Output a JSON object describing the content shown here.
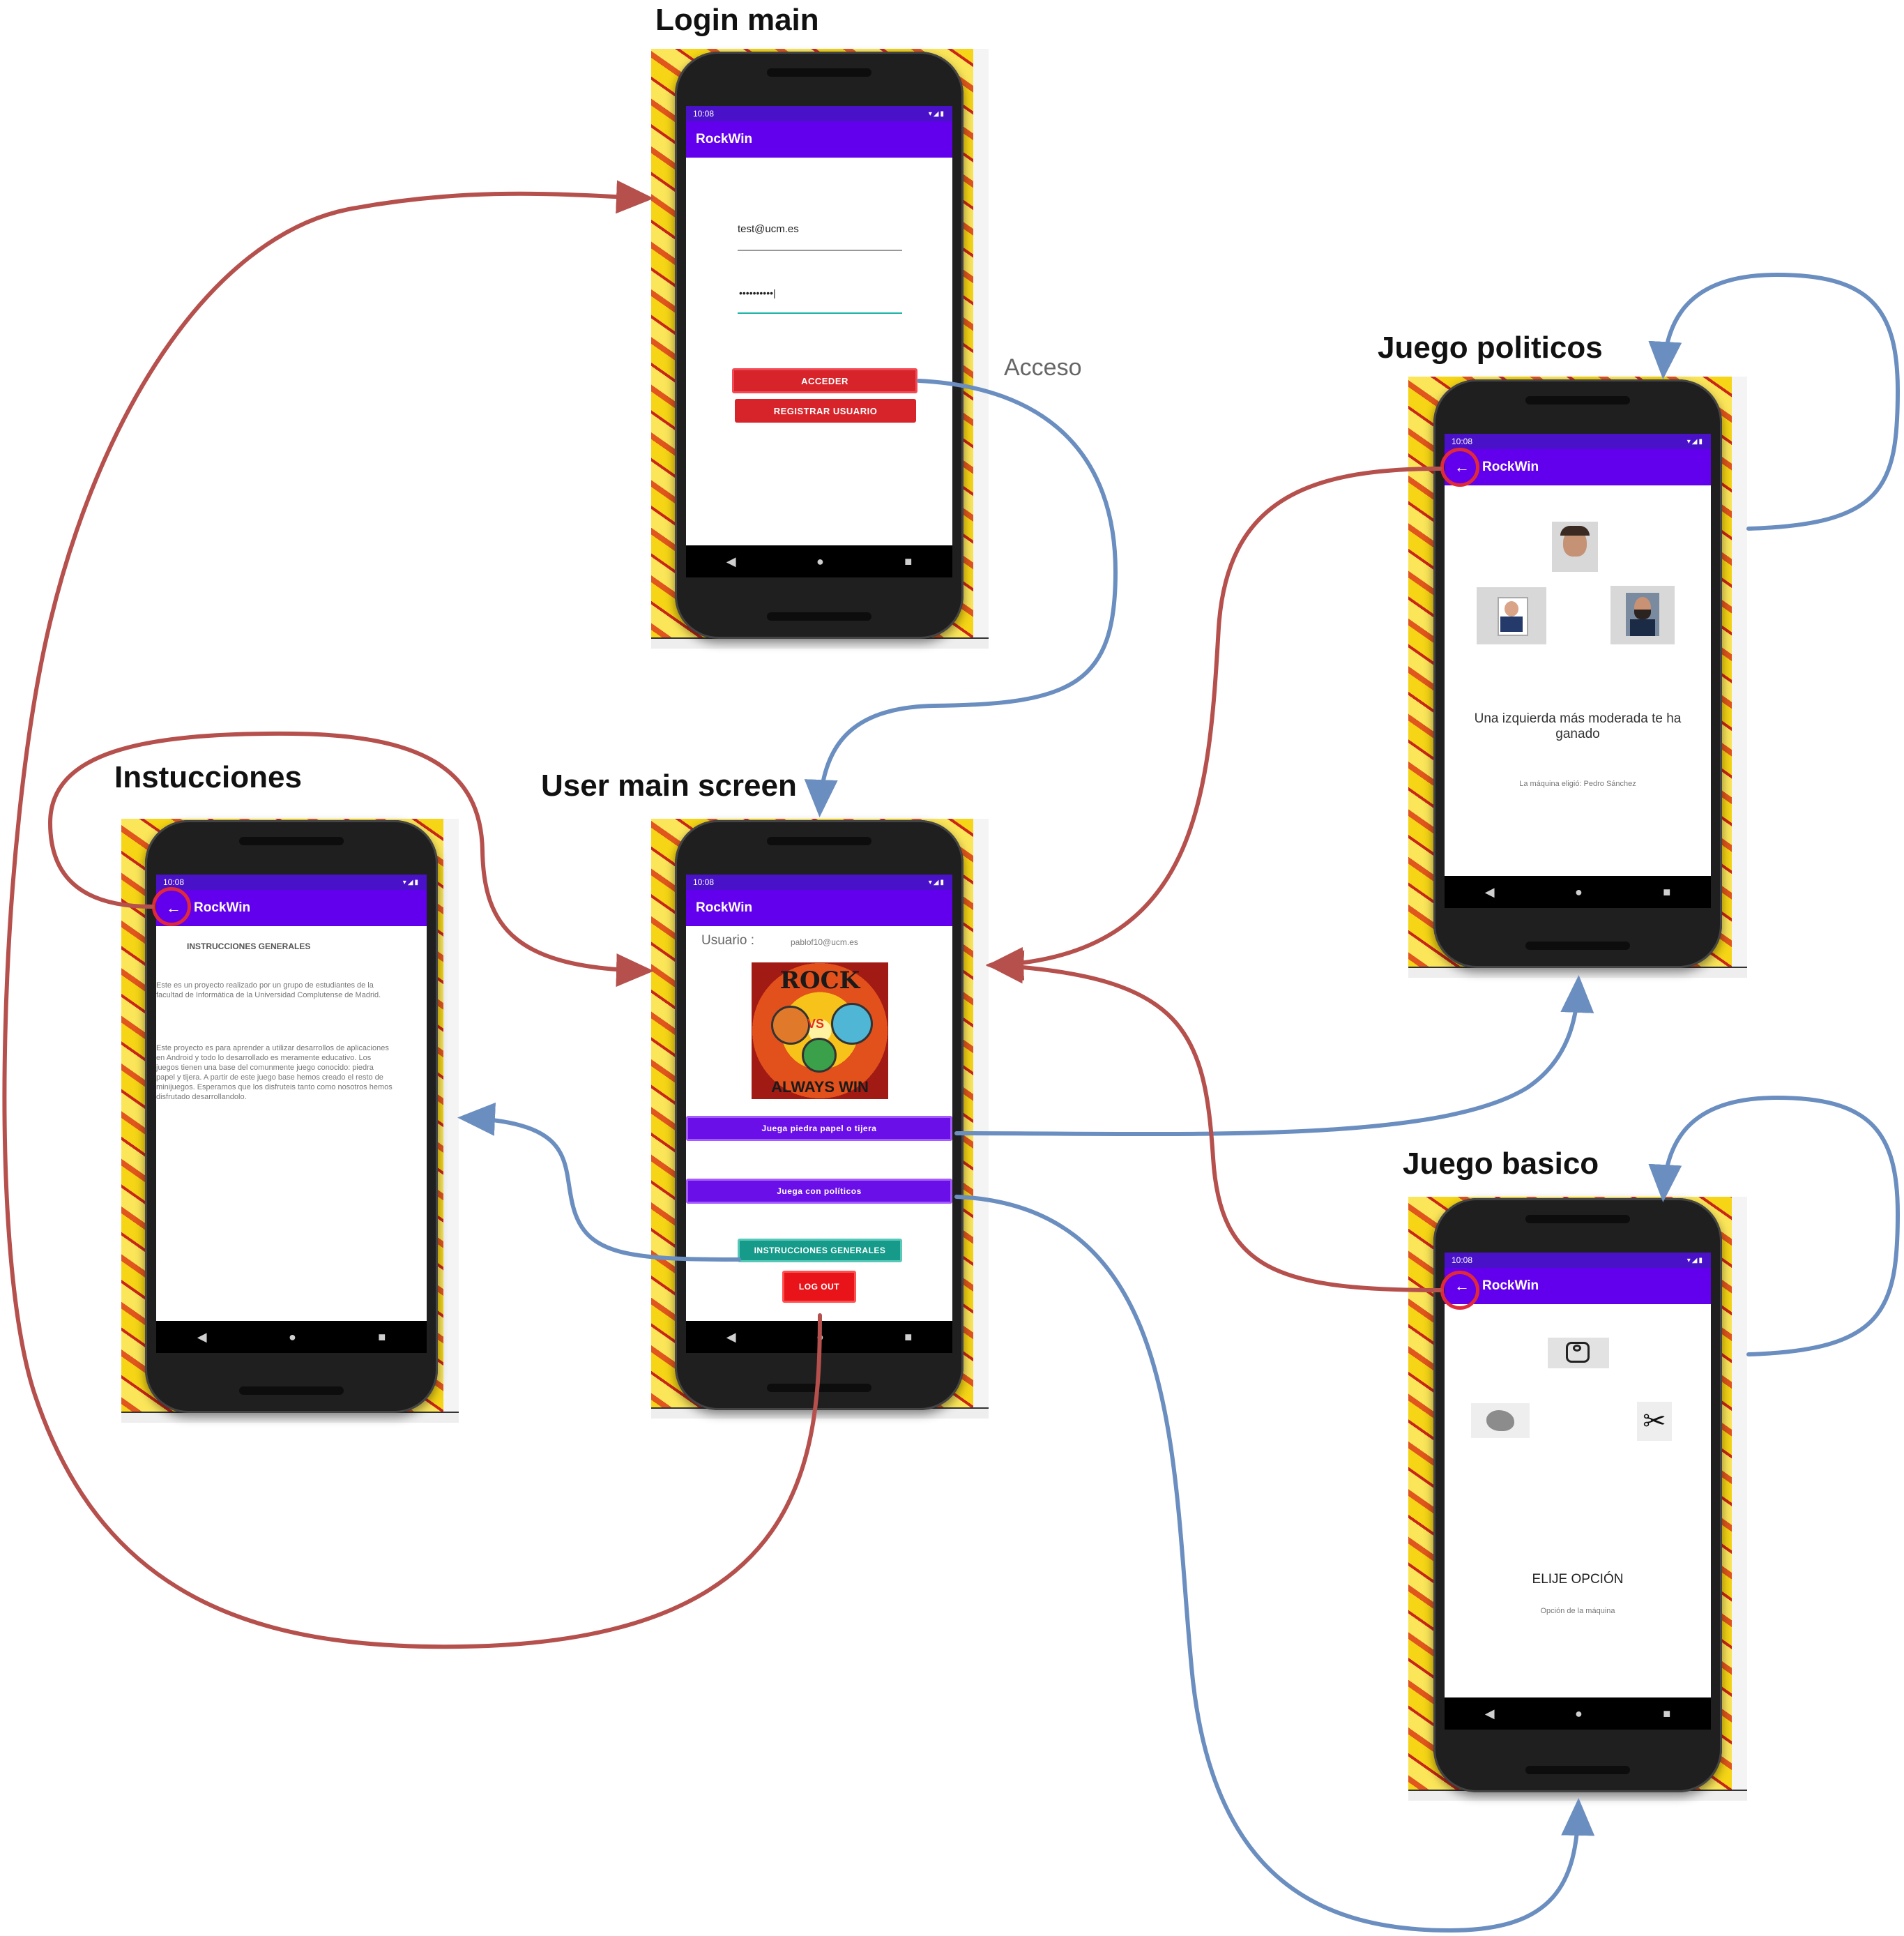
{
  "titles": {
    "login": "Login main",
    "instructions": "Instucciones",
    "user_main": "User main screen",
    "politicos": "Juego politicos",
    "basico": "Juego basico"
  },
  "edge_labels": {
    "acceso": "Acceso"
  },
  "phone_common": {
    "time": "10:08",
    "app_name": "RockWin",
    "back_icon": "←",
    "nav_back": "◀",
    "nav_home": "●",
    "nav_recent": "■"
  },
  "login": {
    "email_value": "test@ucm.es",
    "password_value": "••••••••••|",
    "access_button": "ACCEDER",
    "register_button": "REGISTRAR USUARIO"
  },
  "user_main": {
    "user_label": "Usuario :",
    "user_email": "pablof10@ucm.es",
    "logo_top": "ROCK",
    "logo_vs": "VS",
    "logo_bottom": "ALWAYS WIN",
    "play_basic_button": "Juega piedra papel o tijera",
    "play_politics_button": "Juega con políticos",
    "instructions_button": "INSTRUCCIONES GENERALES",
    "logout_button": "LOG OUT"
  },
  "instructions": {
    "heading": "INSTRUCCIONES GENERALES",
    "paragraph1": "Este es un proyecto realizado por un grupo de estudiantes de la facultad de Informática de la Universidad Complutense de Madrid.",
    "paragraph2": "Este proyecto es para aprender a utilizar desarrollos de aplicaciones en Android y todo lo desarrollado es meramente educativo. Los juegos tienen una base del comunmente juego conocido: piedra papel y tijera. A partir de este juego base hemos creado el resto de minijuegos. Esperamos que los disfruteis tanto como nosotros hemos disfrutado desarrollandolo."
  },
  "politicos": {
    "result_text": "Una izquierda más moderada te ha ganado",
    "machine_choice": "La máquina eligió: Pedro Sánchez"
  },
  "basico": {
    "prompt": "ELIJE OPCIÓN",
    "machine_option": "Opción de la máquina",
    "scissors_glyph": "✂"
  },
  "colors": {
    "red_arrow": "#b5504d",
    "blue_arrow": "#6b8ec0",
    "app_bar": "#6200ee",
    "status_bar": "#4a12c8",
    "login_button": "#d7242a",
    "play_button": "#6a0fe8",
    "instructions_button": "#169a8a",
    "logout_button": "#e8141a",
    "highlight_circle": "#e02a3a"
  },
  "icons": [
    "back-arrow-icon",
    "wifi-icon",
    "signal-icon",
    "battery-icon",
    "nav-back-icon",
    "nav-home-icon",
    "nav-recent-icon",
    "toilet-paper-icon",
    "rock-icon",
    "scissors-icon"
  ]
}
